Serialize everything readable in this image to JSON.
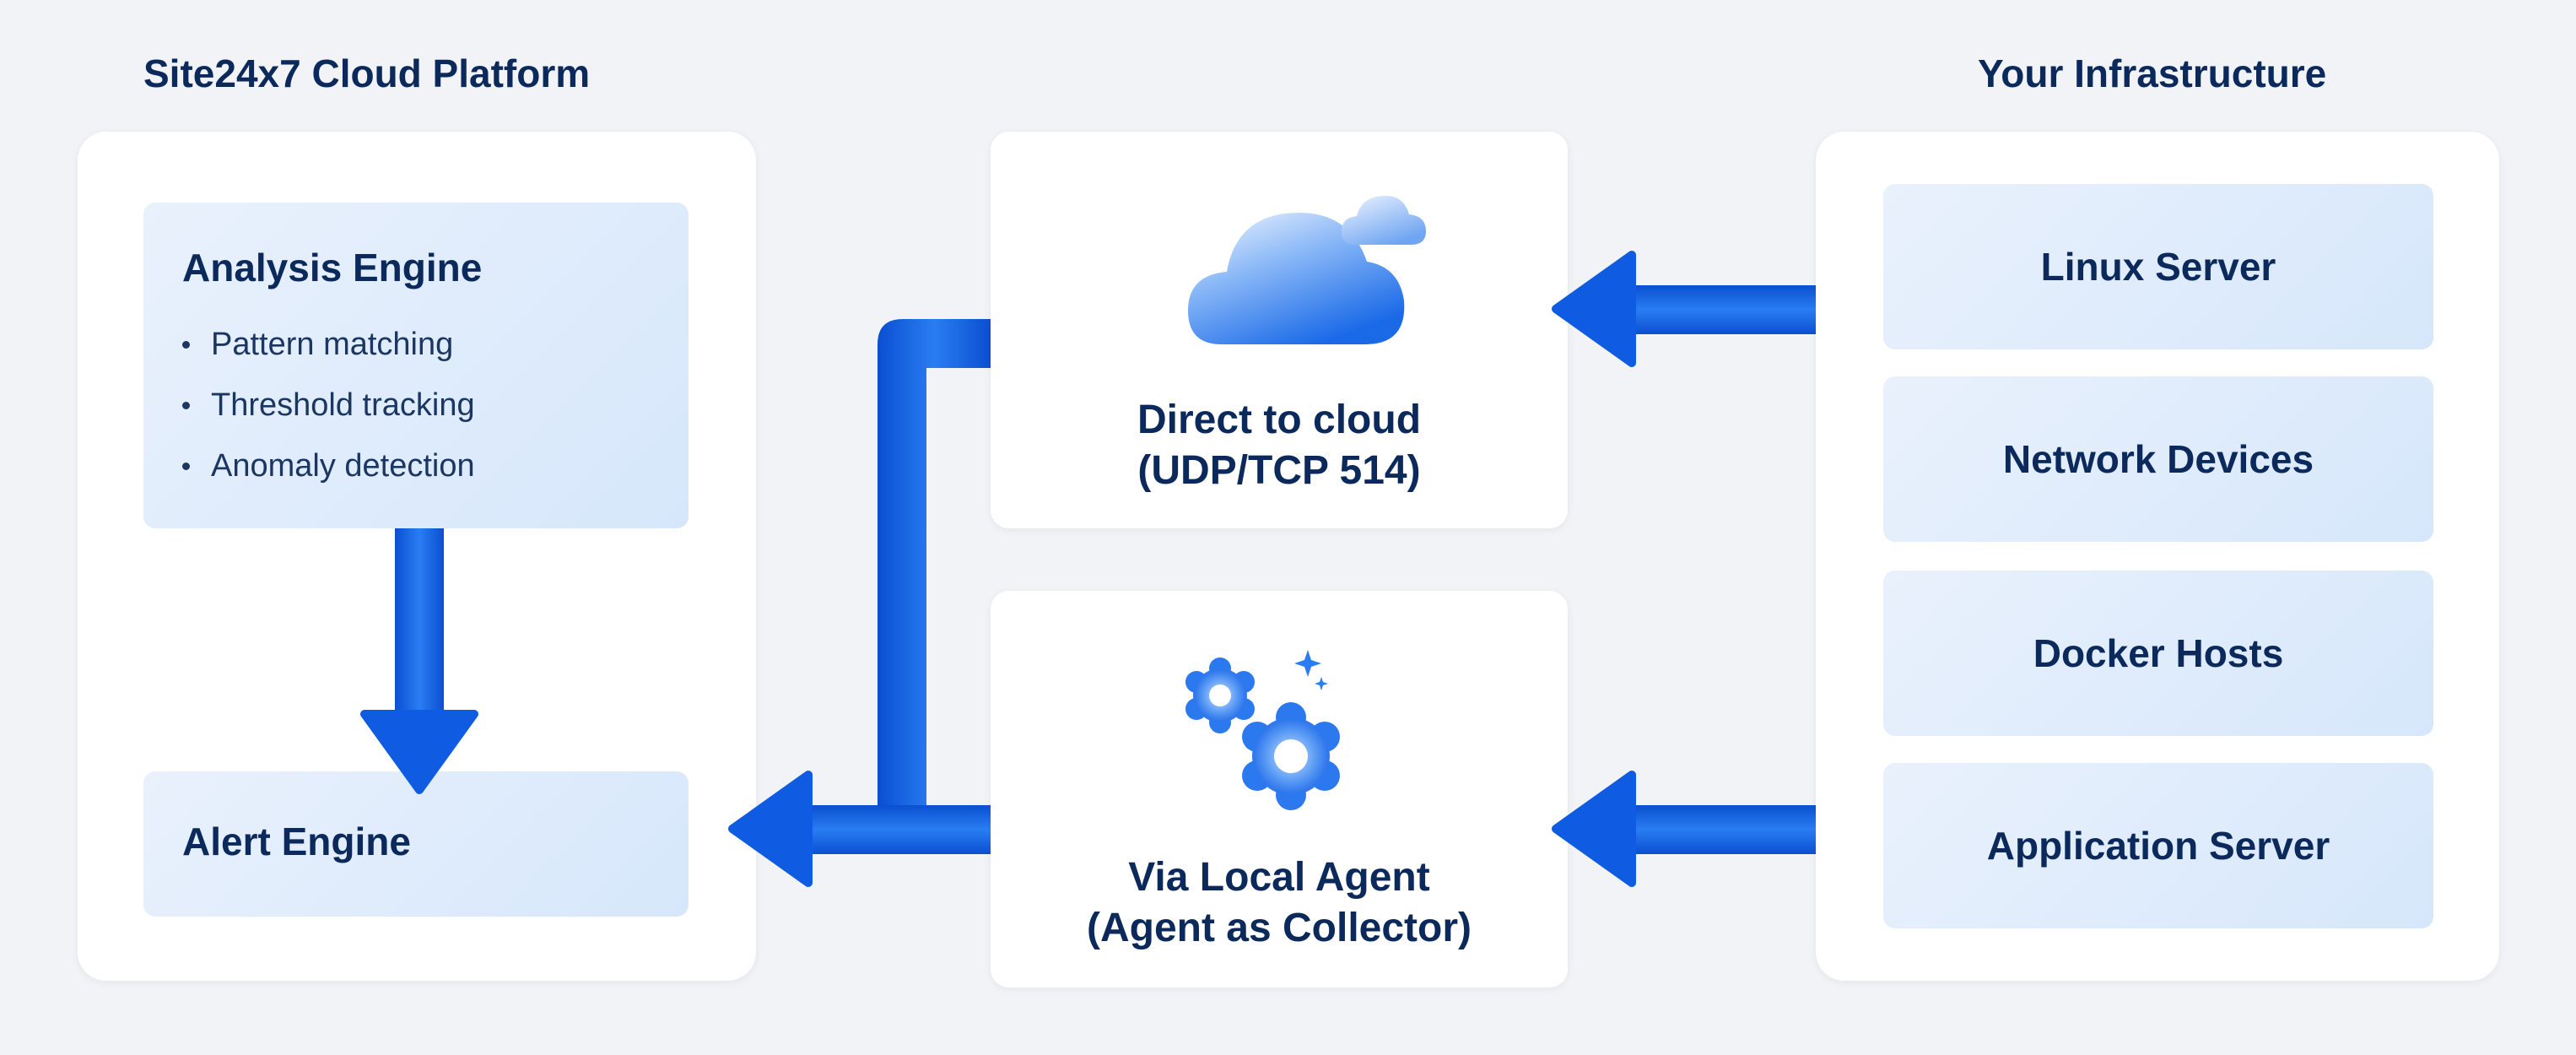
{
  "headings": {
    "cloud_platform": "Site24x7 Cloud Platform",
    "infrastructure": "Your Infrastructure"
  },
  "cloud_platform": {
    "analysis_engine": {
      "title": "Analysis Engine",
      "bullets": [
        "Pattern matching",
        "Threshold tracking",
        "Anomaly detection"
      ]
    },
    "alert_engine": {
      "title": "Alert Engine"
    }
  },
  "paths": {
    "direct": {
      "line1": "Direct to cloud",
      "line2": "(UDP/TCP 514)",
      "icon": "cloud-icon"
    },
    "agent": {
      "line1": "Via Local Agent",
      "line2": "(Agent as Collector)",
      "icon": "gears-icon"
    }
  },
  "infrastructure": {
    "items": [
      "Linux Server",
      "Network Devices",
      "Docker Hosts",
      "Application Server"
    ]
  },
  "colors": {
    "arrow": "#1060e6",
    "arrow_dark": "#0a4fd1",
    "text": "#0b2a5b",
    "card": "#e3eefb",
    "background": "#f1f3f6"
  }
}
